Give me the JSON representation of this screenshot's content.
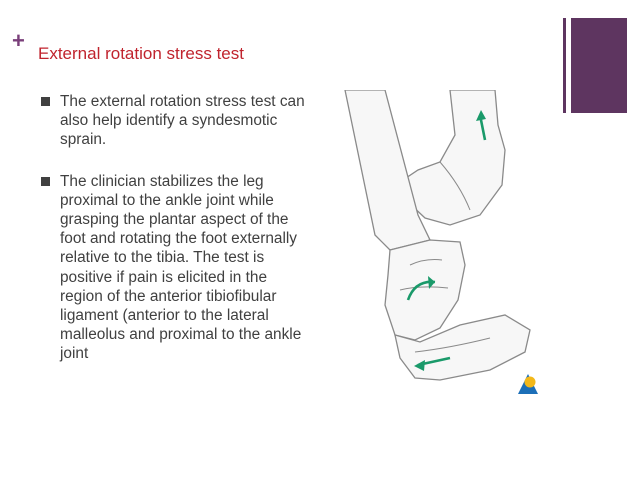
{
  "slide": {
    "plus_symbol": "+",
    "title": "External rotation stress test",
    "bullets": [
      "The external rotation stress test can also help identify a syndesmotic sprain.",
      "The clinician stabilizes the leg proximal to the ankle joint while grasping the plantar aspect of the foot and rotating the foot externally relative to the tibia. The test is positive if pain is elicited in the region of the anterior tibiofibular ligament (anterior to the lateral malleolus and proximal to the ankle joint"
    ]
  },
  "colors": {
    "title": "#c0232d",
    "plus": "#7a3f7a",
    "bar": "#5e3560",
    "arrow": "#1a9a6a",
    "skin_line": "#8a8a8a"
  },
  "illustration": {
    "arrow_icon": "rotation-arrow-icon",
    "logo_icon": "publisher-logo-icon"
  }
}
